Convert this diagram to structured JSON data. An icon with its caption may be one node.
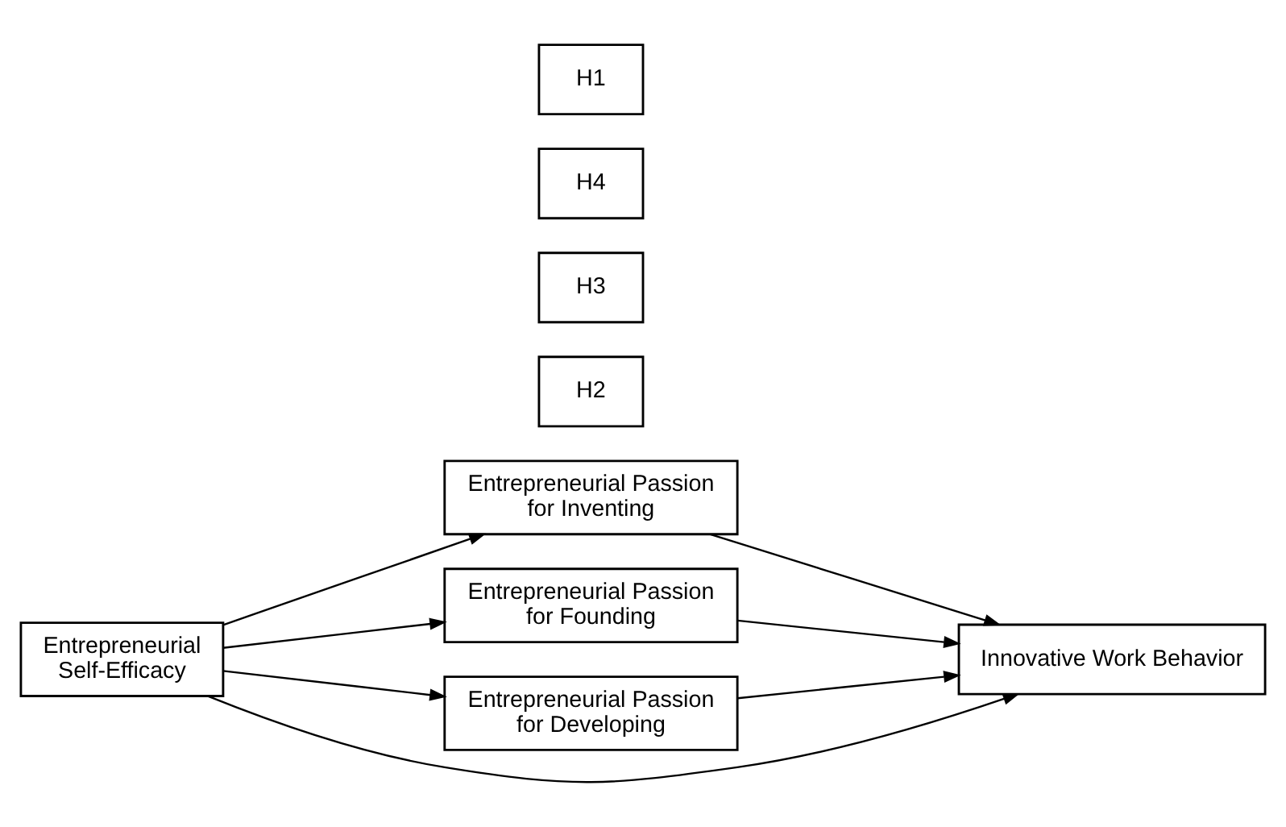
{
  "diagram": {
    "nodes": [
      {
        "text": [
          "H2"
        ]
      },
      {
        "text": [
          "Entrepreneurial Passion for Inventing"
        ]
      },
      {
        "text": [
          "H3"
        ]
      },
      {
        "text": [
          "Entrepreneurial Passion for Founding"
        ]
      },
      {
        "text": [
          "H4"
        ]
      },
      {
        "text": [
          "Entrepreneurial Passion for Developing"
        ]
      },
      {
        "text": [
          "H1"
        ]
      },
      {
        "text": [
          "Entrepreneurial Self-Efficacy"
        ]
      },
      {
        "text": [
          "Innovative Work Behavior"
        ]
      }
    ],
    "edges": [
      {
        "from": 7,
        "to": 1,
        "arrow": "to"
      },
      {
        "from": 7,
        "to": 3,
        "arrow": "to"
      },
      {
        "from": 7,
        "to": 5,
        "arrow": "to"
      },
      {
        "from": 1,
        "to": 8,
        "arrow": "to"
      },
      {
        "from": 3,
        "to": 8,
        "arrow": "to"
      },
      {
        "from": 5,
        "to": 8,
        "arrow": "to"
      },
      {
        "from": 7,
        "to": 8,
        "arrow": "to"
      }
    ]
  }
}
